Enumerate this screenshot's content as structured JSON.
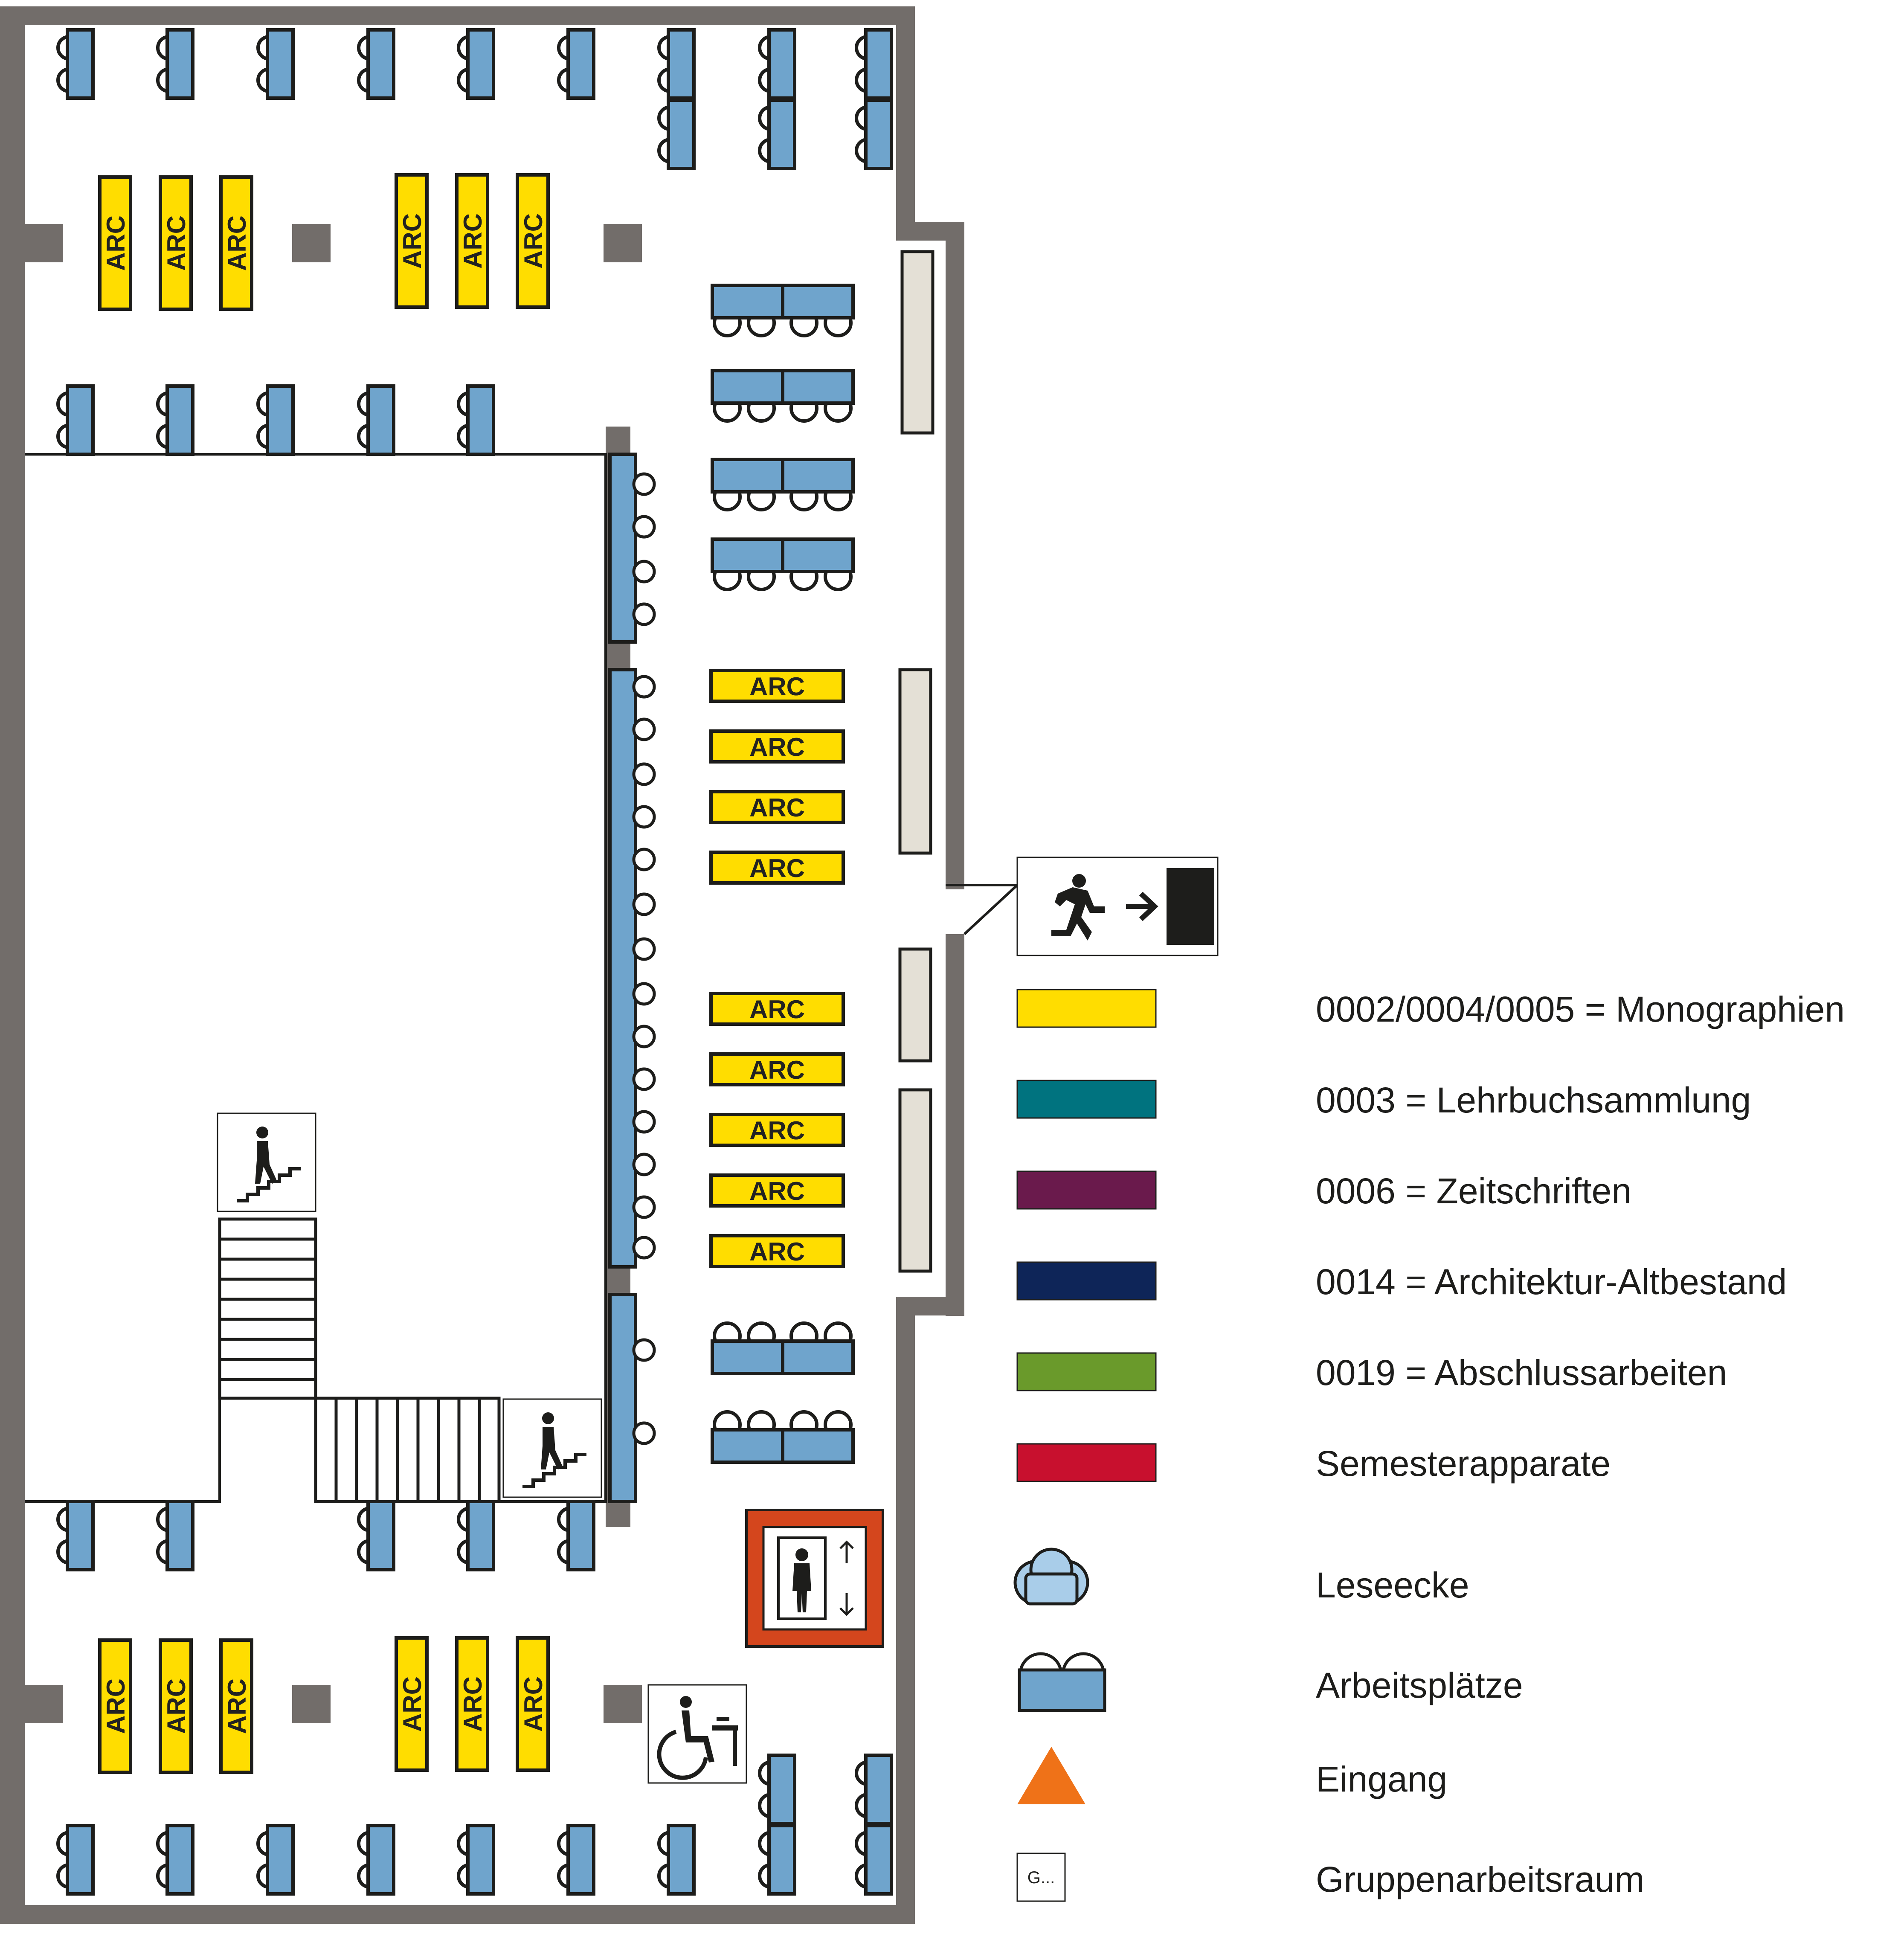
{
  "colors": {
    "wall": "#726d6a",
    "shelf_yellow": "#ffdd00",
    "desk_blue": "#6fa4cc",
    "light_blue": "#a9cde9",
    "cabinet": "#e4e0d6",
    "elevator_red": "#d4461d",
    "entrance_orange": "#ef7218",
    "exit_black": "#1d1d1b"
  },
  "shelf_label": "ARC",
  "legend": [
    {
      "label": "0002/0004/0005 = Monographien",
      "color": "#ffdd00"
    },
    {
      "label": "0003 = Lehrbuchsammlung",
      "color": "#00737f"
    },
    {
      "label": "0006 = Zeitschriften",
      "color": "#6a1a4c"
    },
    {
      "label": "0014 = Architektur-Altbestand",
      "color": "#0e2558"
    },
    {
      "label": "0019 = Abschlussarbeiten",
      "color": "#6a9a2b"
    },
    {
      "label": "Semesterapparate",
      "color": "#c8102e"
    }
  ],
  "symbol_legend": {
    "leseecke": "Leseecke",
    "arbeitsplaetze": "Arbeitsplätze",
    "eingang": "Eingang",
    "gruppenarbeitsraum": "Gruppenarbeitsraum",
    "gruppenarbeitsraum_abbrev": "G..."
  },
  "icons": {
    "emergency_exit": "emergency-exit-icon",
    "stairs_down": "stairs-down-icon",
    "elevator": "elevator-icon",
    "accessible_workplace": "wheelchair-desk-icon"
  }
}
